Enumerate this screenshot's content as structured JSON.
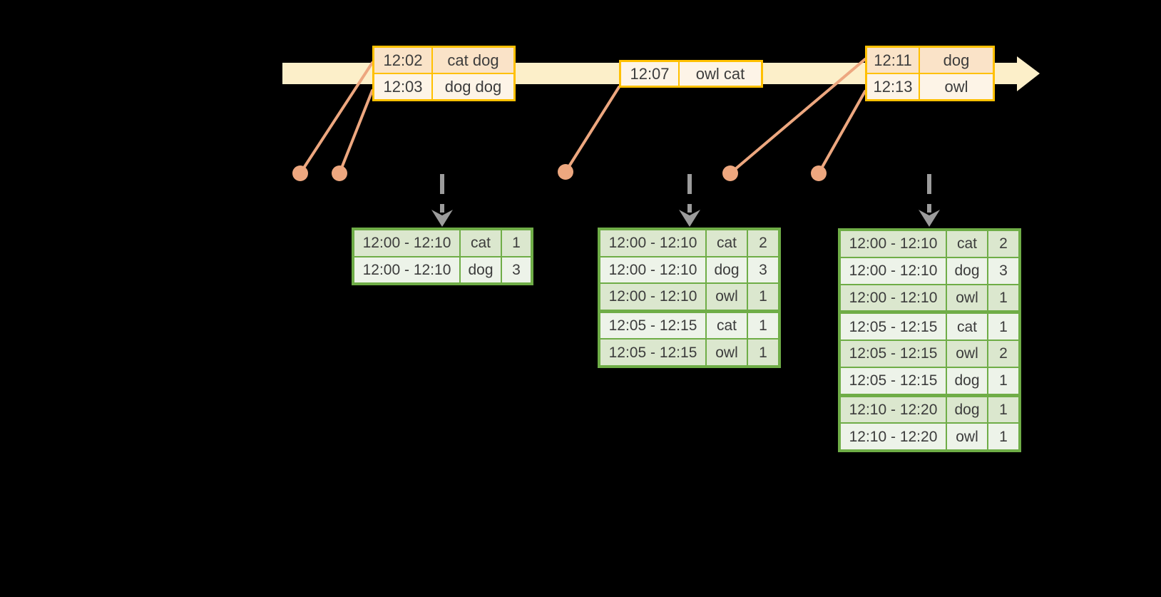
{
  "diagram": {
    "kind": "streaming windowed aggregation timeline",
    "colors": {
      "background": "#000000",
      "timeline_band": "#FCEFC9",
      "event_table_border": "#FFC000",
      "event_row_dark": "#FAE3C8",
      "event_row_light": "#FDF4E7",
      "connector": "#EDA77F",
      "result_table_border": "#6FAD47",
      "result_row_dark": "#DBE7CE",
      "result_row_light": "#EDF3E9",
      "trigger_arrow": "#9C9C9C",
      "text": "#3C3C3C"
    }
  },
  "timeline": {
    "events": [
      {
        "rows": [
          {
            "time": "12:02",
            "words": "cat dog"
          },
          {
            "time": "12:03",
            "words": "dog dog"
          }
        ]
      },
      {
        "rows": [
          {
            "time": "12:07",
            "words": "owl cat"
          }
        ]
      },
      {
        "rows": [
          {
            "time": "12:11",
            "words": "dog"
          },
          {
            "time": "12:13",
            "words": "owl"
          }
        ]
      }
    ]
  },
  "result_tables": [
    {
      "rows": [
        {
          "window": "12:00 - 12:10",
          "word": "cat",
          "count": "1"
        },
        {
          "window": "12:00 - 12:10",
          "word": "dog",
          "count": "3"
        }
      ]
    },
    {
      "rows": [
        {
          "window": "12:00 - 12:10",
          "word": "cat",
          "count": "2"
        },
        {
          "window": "12:00 - 12:10",
          "word": "dog",
          "count": "3"
        },
        {
          "window": "12:00 - 12:10",
          "word": "owl",
          "count": "1"
        },
        {
          "window": "12:05 - 12:15",
          "word": "cat",
          "count": "1"
        },
        {
          "window": "12:05 - 12:15",
          "word": "owl",
          "count": "1"
        }
      ]
    },
    {
      "rows": [
        {
          "window": "12:00 - 12:10",
          "word": "cat",
          "count": "2"
        },
        {
          "window": "12:00 - 12:10",
          "word": "dog",
          "count": "3"
        },
        {
          "window": "12:00 - 12:10",
          "word": "owl",
          "count": "1"
        },
        {
          "window": "12:05 - 12:15",
          "word": "cat",
          "count": "1"
        },
        {
          "window": "12:05 - 12:15",
          "word": "owl",
          "count": "2"
        },
        {
          "window": "12:05 - 12:15",
          "word": "dog",
          "count": "1"
        },
        {
          "window": "12:10 - 12:20",
          "word": "dog",
          "count": "1"
        },
        {
          "window": "12:10 - 12:20",
          "word": "owl",
          "count": "1"
        }
      ]
    }
  ]
}
